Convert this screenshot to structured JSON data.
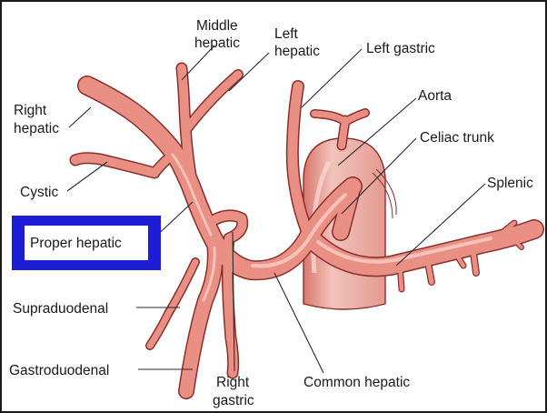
{
  "diagram": {
    "labels": {
      "middle_hepatic_1": "Middle",
      "middle_hepatic_2": "hepatic",
      "left_hepatic_1": "Left",
      "left_hepatic_2": "hepatic",
      "left_gastric": "Left gastric",
      "aorta": "Aorta",
      "right_hepatic_1": "Right",
      "right_hepatic_2": "hepatic",
      "celiac_trunk": "Celiac trunk",
      "cystic": "Cystic",
      "splenic": "Splenic",
      "proper_hepatic": "Proper hepatic",
      "supraduodenal": "Supraduodenal",
      "gastroduodenal": "Gastroduodenal",
      "right_gastric_1": "Right",
      "right_gastric_2": "gastric",
      "common_hepatic": "Common hepatic"
    },
    "colors": {
      "vessel_fill": "#e98f84",
      "vessel_outline": "#8a2f2c",
      "aorta_fill": "#ecada4",
      "highlight_border": "#1d1dd6",
      "frame": "#1a1a1a"
    }
  }
}
